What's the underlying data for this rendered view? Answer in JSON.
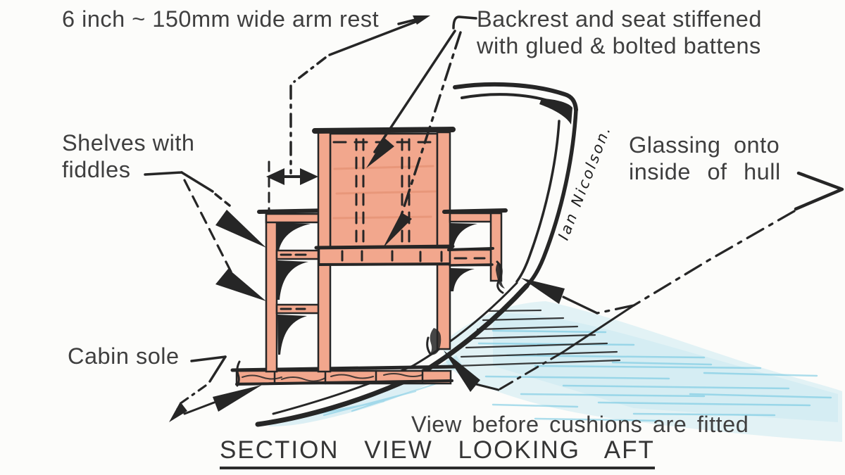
{
  "diagram": {
    "title": "SECTION VIEW LOOKING AFT",
    "caption": "View before cushions are fitted",
    "signature": "Ian Nicolson.",
    "labels": {
      "armrest": "6 inch ~ 150mm wide arm rest",
      "backrest_l1": "Backrest and seat stiffened",
      "backrest_l2": "with glued & bolted battens",
      "shelves_l1": "Shelves with",
      "shelves_l2": "fiddles",
      "glassing_l1": "Glassing onto",
      "glassing_l2": "inside of hull",
      "cabin_sole": "Cabin sole"
    },
    "colors": {
      "ink": "#262626",
      "label_text": "#3f3f3f",
      "wood_fill": "#f2a78d",
      "glass_blue": "#5fc0de",
      "paper": "#fcfcfa"
    }
  }
}
